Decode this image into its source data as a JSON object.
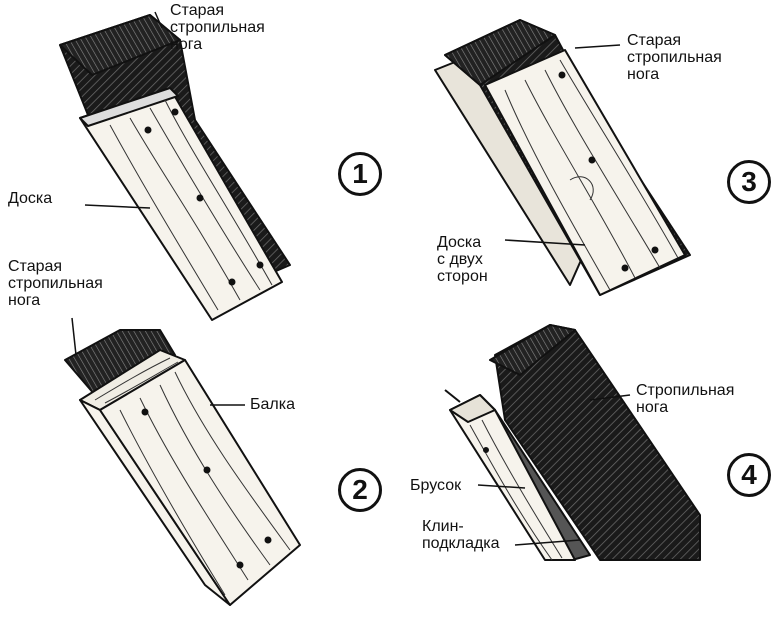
{
  "panels": [
    {
      "number": "1",
      "labels": {
        "rafter": "Старая\nстропильная\nнога",
        "board": "Доска"
      }
    },
    {
      "number": "2",
      "labels": {
        "rafter": "Старая\nстропильная\nнога",
        "beam": "Балка"
      }
    },
    {
      "number": "3",
      "labels": {
        "rafter": "Старая\nстропильная\nнога",
        "boards": "Доска\nс двух\nсторон"
      }
    },
    {
      "number": "4",
      "labels": {
        "rafter": "Стропильная\nнога",
        "bar": "Брусок",
        "wedge": "Клин-\nподкладка"
      }
    }
  ],
  "colors": {
    "ink": "#111111",
    "wood": "#f6f3ec",
    "dark": "#2a2a2a"
  }
}
